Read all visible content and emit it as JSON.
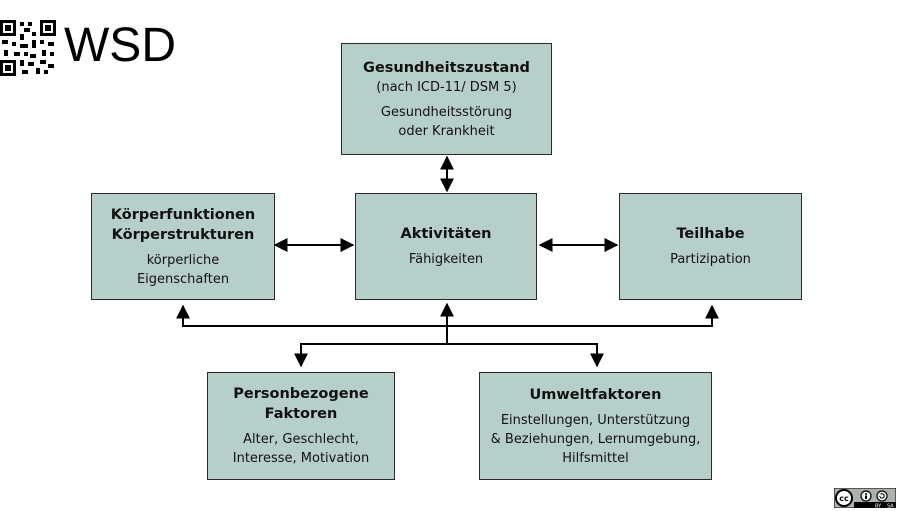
{
  "brand": {
    "name": "WSD",
    "icon": "qr-code-icon"
  },
  "boxes": {
    "health": {
      "title": "Gesundheitszustand",
      "subtitle": "(nach ICD-11/ DSM 5)",
      "description": "Gesundheitsstörung\noder Krankheit"
    },
    "body": {
      "title": "Körperfunktionen\nKörperstrukturen",
      "description": "körperliche\nEigenschaften"
    },
    "activities": {
      "title": "Aktivitäten",
      "description": "Fähigkeiten"
    },
    "participation": {
      "title": "Teilhabe",
      "description": "Partizipation"
    },
    "personal": {
      "title": "Personbezogene\nFaktoren",
      "description": "Alter, Geschlecht,\nInteresse, Motivation"
    },
    "environment": {
      "title": "Umweltfaktoren",
      "description": "Einstellungen, Unterstützung\n& Beziehungen, Lernumgebung,\nHilfsmittel"
    }
  },
  "license": {
    "label": "CC BY SA",
    "icon": "creative-commons-by-sa-icon"
  }
}
